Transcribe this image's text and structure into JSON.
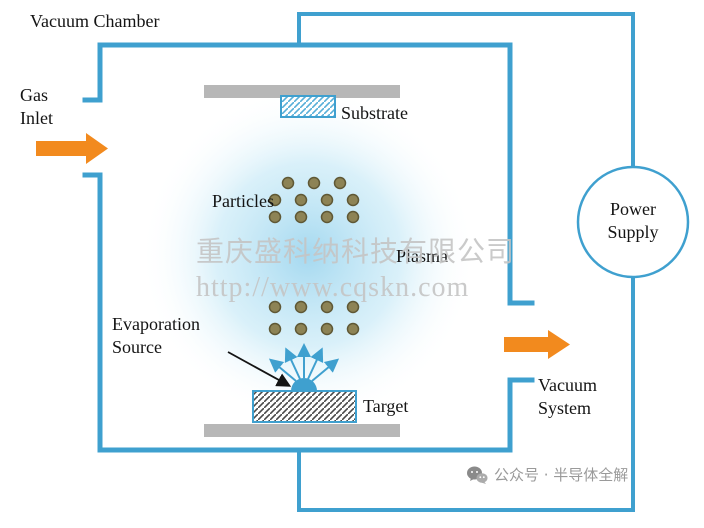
{
  "labels": {
    "vacuum_chamber": "Vacuum Chamber",
    "gas_inlet": "Gas Inlet",
    "particles": "Particles",
    "plasma": "Plasma",
    "evaporation_source": "Evaporation Source",
    "substrate": "Substrate",
    "target": "Target",
    "power_supply": "Power Supply",
    "vacuum_system": "Vacuum System"
  },
  "watermark": {
    "company": "重庆盛科纳科技有限公司",
    "url": "http://www.cqskn.com"
  },
  "footer": {
    "text": "公众号 · 半导体全解"
  },
  "colors": {
    "chamber_blue": "#3FA0CF",
    "arrow_orange": "#F28A1E",
    "electrode_gray": "#B7B7B7",
    "particle_olive": "#8D8355",
    "plasma_blue": "#9ED8F0",
    "hatch_dark": "#4A4A4A",
    "watermark_gray": "#C5C5C5",
    "footer_gray": "#9A9A9A",
    "label_black": "#141414"
  }
}
